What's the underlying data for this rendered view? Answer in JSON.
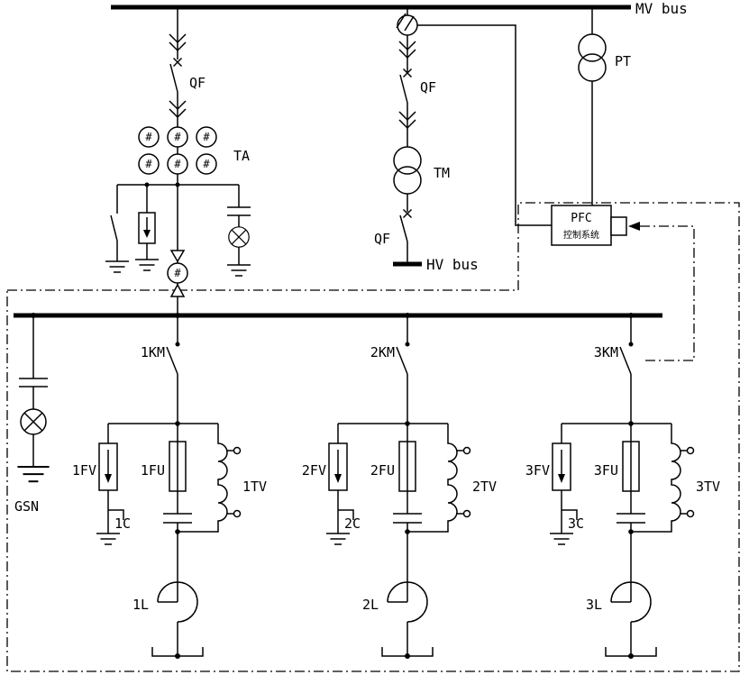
{
  "diagram": {
    "mv_bus_label": "MV bus",
    "hv_bus_label": "HV bus",
    "marks": {
      "ct": "#"
    },
    "left_feeder": {
      "qf_label": "QF",
      "ta_label": "TA"
    },
    "main_feeder": {
      "qf_upper_label": "QF",
      "tm_label": "TM",
      "qf_lower_label": "QF"
    },
    "pt_label": "PT",
    "pfc": {
      "title": "PFC",
      "subtitle": "控制系统"
    },
    "gsn_label": "GSN",
    "branches": [
      {
        "km": "1KM",
        "fv": "1FV",
        "fu": "1FU",
        "tv": "1TV",
        "c": "1C",
        "l": "1L"
      },
      {
        "km": "2KM",
        "fv": "2FV",
        "fu": "2FU",
        "tv": "2TV",
        "c": "2C",
        "l": "2L"
      },
      {
        "km": "3KM",
        "fv": "3FV",
        "fu": "3FU",
        "tv": "3TV",
        "c": "3C",
        "l": "3L"
      }
    ]
  }
}
